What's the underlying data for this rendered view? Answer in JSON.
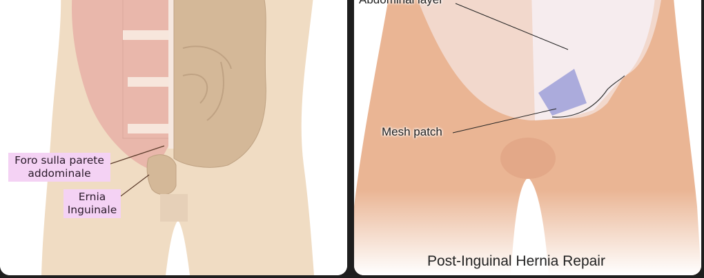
{
  "left_image": {
    "labels": {
      "hole_line1": "Foro sulla parete",
      "hole_line2": "addominale",
      "hernia_line1": "Ernia",
      "hernia_line2": "Inguinale"
    },
    "colors": {
      "skin": "#f0dcc3",
      "muscle": "#e9b7ab",
      "intestine": "#d4b898",
      "label_bg": "#f4d2f4"
    }
  },
  "right_image": {
    "labels": {
      "abdominal_layer": "Abdominal layer",
      "mesh_patch": "Mesh patch",
      "caption": "Post-Inguinal Hernia Repair"
    },
    "colors": {
      "skin": "#eab594",
      "mesh": "#8e92d0"
    }
  }
}
